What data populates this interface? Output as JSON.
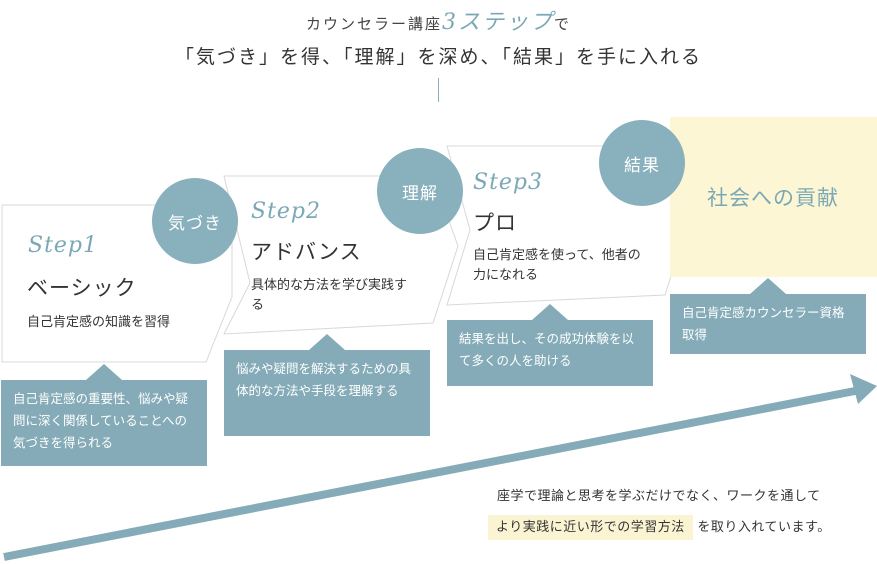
{
  "header": {
    "subtitle_before": "カウンセラー講座",
    "subtitle_accent": "3ステップ",
    "subtitle_after": "で",
    "main": "「気づき」を得、「理解」を深め、「結果」を手に入れる"
  },
  "steps": [
    {
      "circle": "気づき",
      "number": "Step1",
      "title": "ベーシック",
      "description": "自己肯定感の知識を習得",
      "callout": "自己肯定感の重要性、悩みや疑問に深く関係していることへの気づきを得られる"
    },
    {
      "circle": "理解",
      "number": "Step2",
      "title": "アドバンス",
      "description": "具体的な方法を学び実践する",
      "callout": "悩みや疑問を解決するための具体的な方法や手段を理解する"
    },
    {
      "circle": "結果",
      "number": "Step3",
      "title": "プロ",
      "description": "自己肯定感を使って、他者の力になれる",
      "callout": "結果を出し、その成功体験を以て多くの人を助ける"
    }
  ],
  "goal": {
    "title": "社会への貢献",
    "callout": "自己肯定感カウンセラー資格取得"
  },
  "footer": {
    "line1": "座学で理論と思考を学ぶだけでなく、ワークを通して",
    "highlight": "より実践に近い形での学習方法",
    "line2_after": "を取り入れています。"
  },
  "colors": {
    "accent": "#89b0bd",
    "callout_bg": "#84abb7",
    "goal_bg": "#fdf6d4",
    "highlight_bg": "#fbf4d2"
  }
}
